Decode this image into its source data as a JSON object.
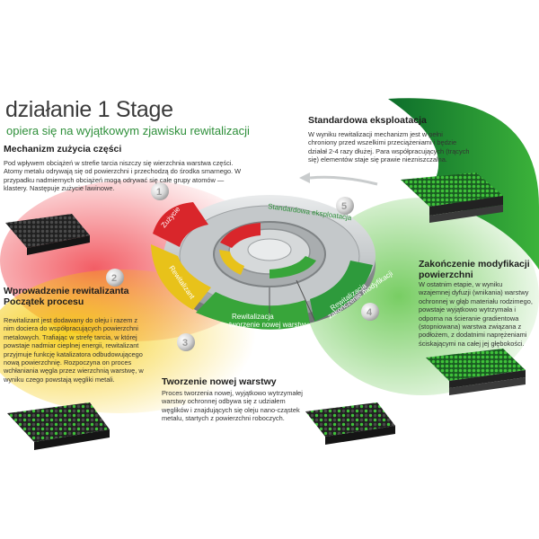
{
  "title": {
    "main": "działanie 1 Stage",
    "sub": "opiera się na wyjątkowym zjawisku rewitalizacji"
  },
  "sections": {
    "s1": {
      "heading": "Mechanizm zużycia części",
      "text": "Pod wpływem obciążeń w strefie tarcia niszczy się wierzchnia warstwa części. Atomy metalu odrywają się od powierzchni i przechodzą do środka smarnego. W przypadku nadmiernych obciążeń mogą odrywać się całe grupy atomów — klastery. Następuje zużycie lawinowe."
    },
    "s2": {
      "heading": "Wprowadzenie rewitalizanta Początek procesu",
      "text": "Rewitalizant jest dodawany do oleju i razem z nim dociera do współpracujących powierzchni metalowych. Trafiając w strefę tarcia, w której powstaje nadmiar cieplnej energii, rewitalizant przyjmuje funkcję katalizatora odbudowującego nową powierzchnię. Rozpoczyna on proces wchłaniania węgla przez wierzchnią warstwę, w wyniku czego powstają węgliki metali."
    },
    "s3": {
      "heading": "Tworzenie nowej warstwy",
      "text": "Proces tworzenia nowej, wyjątkowo wytrzymałej warstwy ochronnej odbywa się z udziałem węglików i znajdujących się oleju nano-cząstek metalu, startych z powierzchni roboczych."
    },
    "s4": {
      "heading": "Zakończenie modyfikacji powierzchni",
      "text": "W ostatnim etapie, w wyniku wzajemnej dyfuzji (wnikania) warstwy ochronnej w głąb materiału rodzimego, powstaje wyjątkowo wytrzymała i odporna na ścieranie gradientowa (stopniowana) warstwa związana z podłożem, z dodatnimi naprężeniami ściskającymi na całej jej głębokości."
    },
    "s5": {
      "heading": "Standardowa eksploatacja",
      "text": "W wyniku rewitalizacji mechanizm jest w pełni chroniony przed wszelkimi przeciążeniami i będzie działał 2-4 razy dłużej. Para współpracujących (trących się) elementów staje się prawie niezniszczalna."
    }
  },
  "ring": {
    "zuzycie": "Zużycie",
    "rewitalizant": "Rewitalizant",
    "rewitalizacja": "Rewitalizacja",
    "rewitalizacja_sub": "tworzenie nowej warstwy",
    "rewitalizacja2": "Rewitalizacja",
    "rewitalizacja2_sub": "zakończenie modyfikacji",
    "standard": "Standardowa eksploatacja"
  },
  "steps": [
    "1",
    "2",
    "3",
    "4",
    "5"
  ],
  "colors": {
    "green": "#2e9a3c",
    "dark_green": "#1f7a2c",
    "red": "#d9262b",
    "yellow": "#e8c21a",
    "orange": "#f0a020",
    "grey": "#bfc3c5"
  }
}
